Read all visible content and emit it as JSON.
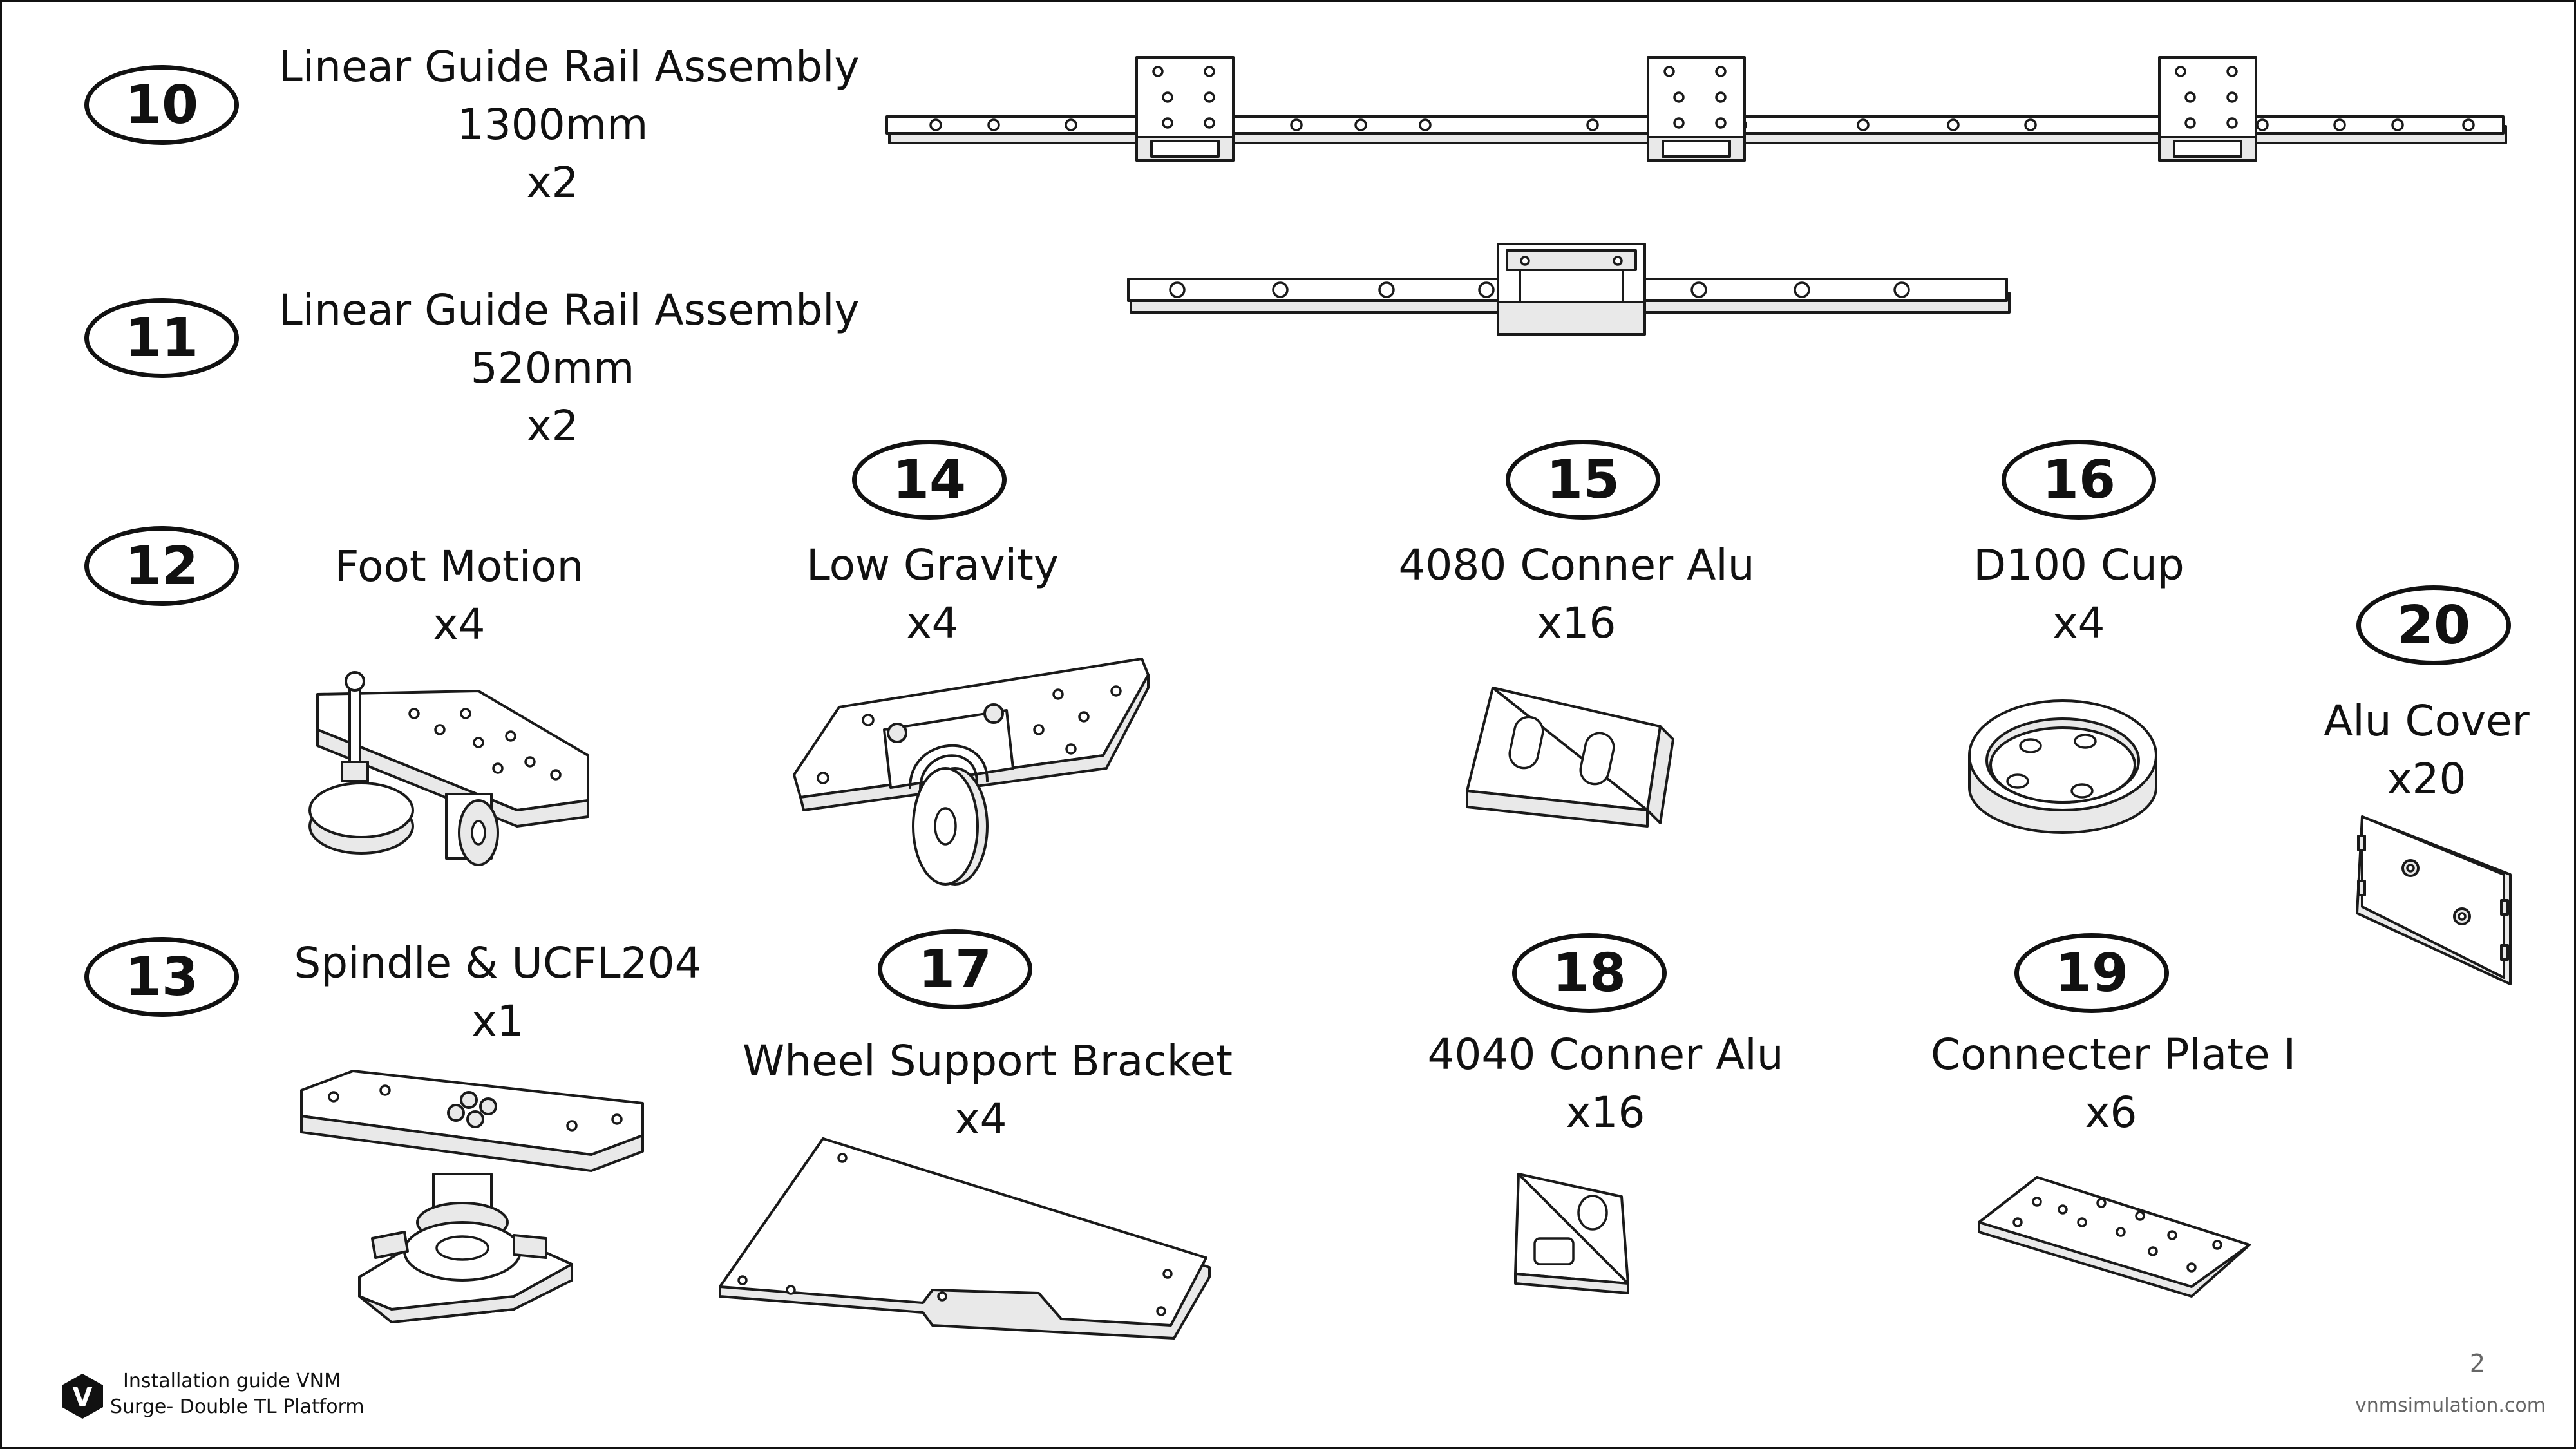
{
  "parts": [
    {
      "id": "10",
      "name": "Linear Guide Rail Assembly",
      "spec": "1300mm",
      "qty": "x2",
      "icon": "linear-rail-1300-drawing"
    },
    {
      "id": "11",
      "name": "Linear Guide Rail Assembly",
      "spec": "520mm",
      "qty": "x2",
      "icon": "linear-rail-520-drawing"
    },
    {
      "id": "12",
      "name": "Foot Motion",
      "qty": "x4",
      "icon": "foot-motion-drawing"
    },
    {
      "id": "13",
      "name": "Spindle & UCFL204",
      "qty": "x1",
      "icon": "spindle-drawing"
    },
    {
      "id": "14",
      "name": "Low Gravity",
      "qty": "x4",
      "icon": "low-gravity-drawing"
    },
    {
      "id": "15",
      "name": "4080 Conner Alu",
      "qty": "x16",
      "icon": "conner-4080-drawing"
    },
    {
      "id": "16",
      "name": "D100 Cup",
      "qty": "x4",
      "icon": "d100-cup-drawing"
    },
    {
      "id": "17",
      "name": "Wheel Support Bracket",
      "qty": "x4",
      "icon": "wheel-bracket-drawing"
    },
    {
      "id": "18",
      "name": "4040 Conner Alu",
      "qty": "x16",
      "icon": "conner-4040-drawing"
    },
    {
      "id": "19",
      "name": "Connecter Plate I",
      "qty": "x6",
      "icon": "connecter-plate-drawing"
    },
    {
      "id": "20",
      "name": "Alu Cover",
      "qty": "x20",
      "icon": "alu-cover-drawing"
    }
  ],
  "footer": {
    "title_line1": "Installation guide VNM",
    "title_line2": "Surge- Double TL Platform",
    "logo_letter": "V",
    "page_number": "2",
    "website": "vnmsimulation.com"
  }
}
